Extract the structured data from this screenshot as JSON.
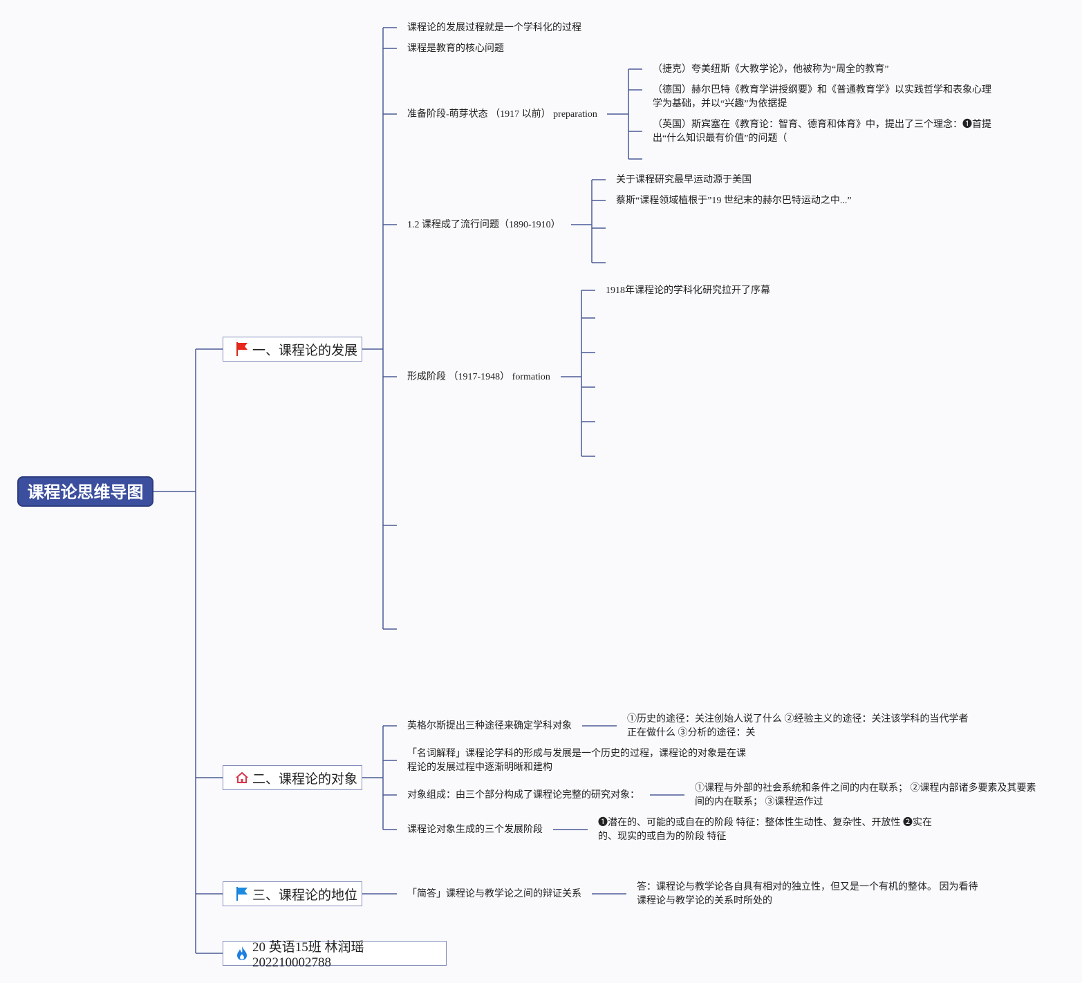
{
  "root": {
    "title": "课程论思维导图"
  },
  "sec1": {
    "label": "一、课程论的发展",
    "icon": "red-flag-icon",
    "item1": "课程论的发展过程就是一个学科化的过程",
    "item2": "课程是教育的核心问题",
    "prep": {
      "label": "准备阶段-萌芽状态 （1917 以前） preparation",
      "c1": "（捷克）夸美纽斯《大教学论》，他被称为“周全的教育”",
      "c2": "（德国）赫尔巴特《教育学讲授纲要》和《普通教育学》以实践哲学和表象心理学为基础，并以“兴趣”为依据提",
      "c3": "（英国）斯宾塞在《教育论：智育、德育和体育》中，提出了三个理念：❶首提出“什么知识最有价值”的问题（"
    },
    "popular": {
      "label": "1.2 课程成了流行问题（1890-1910）",
      "c1": "关于课程研究最早运动源于美国",
      "c2": "蔡斯“课程领域植根于”19 世纪末的赫尔巴特运动之中...”"
    },
    "formation": {
      "label": "形成阶段 （1917-1948） formation",
      "c1": "1918年课程论的学科化研究拉开了序幕"
    }
  },
  "sec2": {
    "label": "二、课程论的对象",
    "icon": "house-icon",
    "r1": {
      "label": "英格尔斯提出三种途径来确定学科对象",
      "detail": "①历史的途径：关注创始人说了什么 ②经验主义的途径：关注该学科的当代学者正在做什么 ③分析的途径：关"
    },
    "r2": {
      "label": "「名词解释」课程论学科的形成与发展是一个历史的过程，课程论的对象是在课程论的发展过程中逐渐明晰和建构"
    },
    "r3": {
      "label": "对象组成：由三个部分构成了课程论完整的研究对象：",
      "detail": "①课程与外部的社会系统和条件之间的内在联系； ②课程内部诸多要素及其要素间的内在联系； ③课程运作过"
    },
    "r4": {
      "label": "课程论对象生成的三个发展阶段",
      "detail": "❶潜在的、可能的或自在的阶段 特征：整体性生动性、复杂性、开放性 ❷实在的、现实的或自为的阶段 特征"
    }
  },
  "sec3": {
    "label": "三、课程论的地位",
    "icon": "blue-flag-icon",
    "r1": {
      "label": "「简答」课程论与教学论之间的辩证关系",
      "detail": "答：课程论与教学论各自具有相对的独立性，但又是一个有机的整体。 因为看待课程论与教学论的关系时所处的"
    }
  },
  "author": {
    "label": "20 英语15班 林润瑶 202210002788",
    "icon": "flame-icon"
  },
  "colors": {
    "line": "#4b5a96",
    "root": "#3c4f9e",
    "border": "#7f8ab8"
  }
}
